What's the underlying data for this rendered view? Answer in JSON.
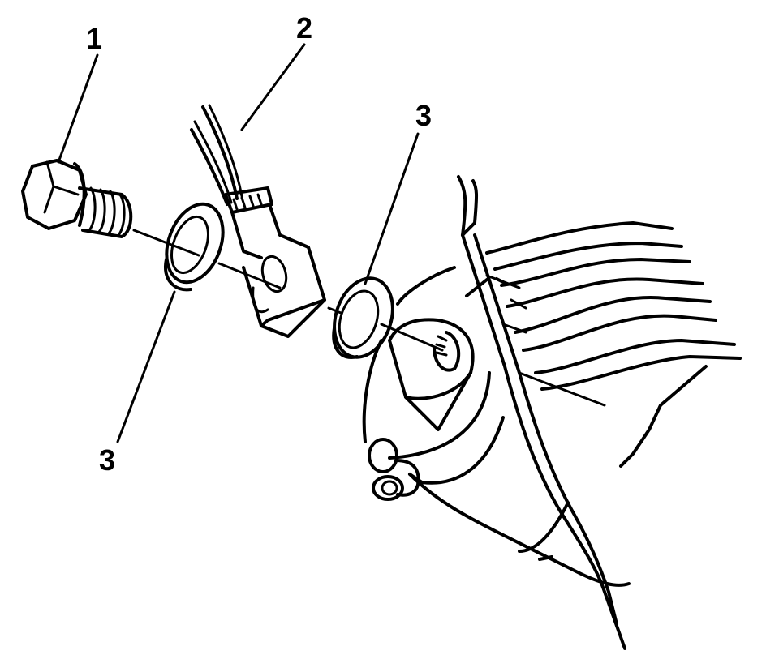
{
  "diagram": {
    "description": "Exploded view: bolt, banjo fitting with wires/hose, and two sealing washers aligned to a threaded port",
    "callouts": [
      {
        "id": "1",
        "label": "1",
        "part": "bolt"
      },
      {
        "id": "2",
        "label": "2",
        "part": "hose-fitting"
      },
      {
        "id": "3a",
        "label": "3",
        "part": "washer-left"
      },
      {
        "id": "3b",
        "label": "3",
        "part": "washer-right"
      }
    ],
    "colors": {
      "line": "#000000",
      "background": "#ffffff"
    }
  }
}
